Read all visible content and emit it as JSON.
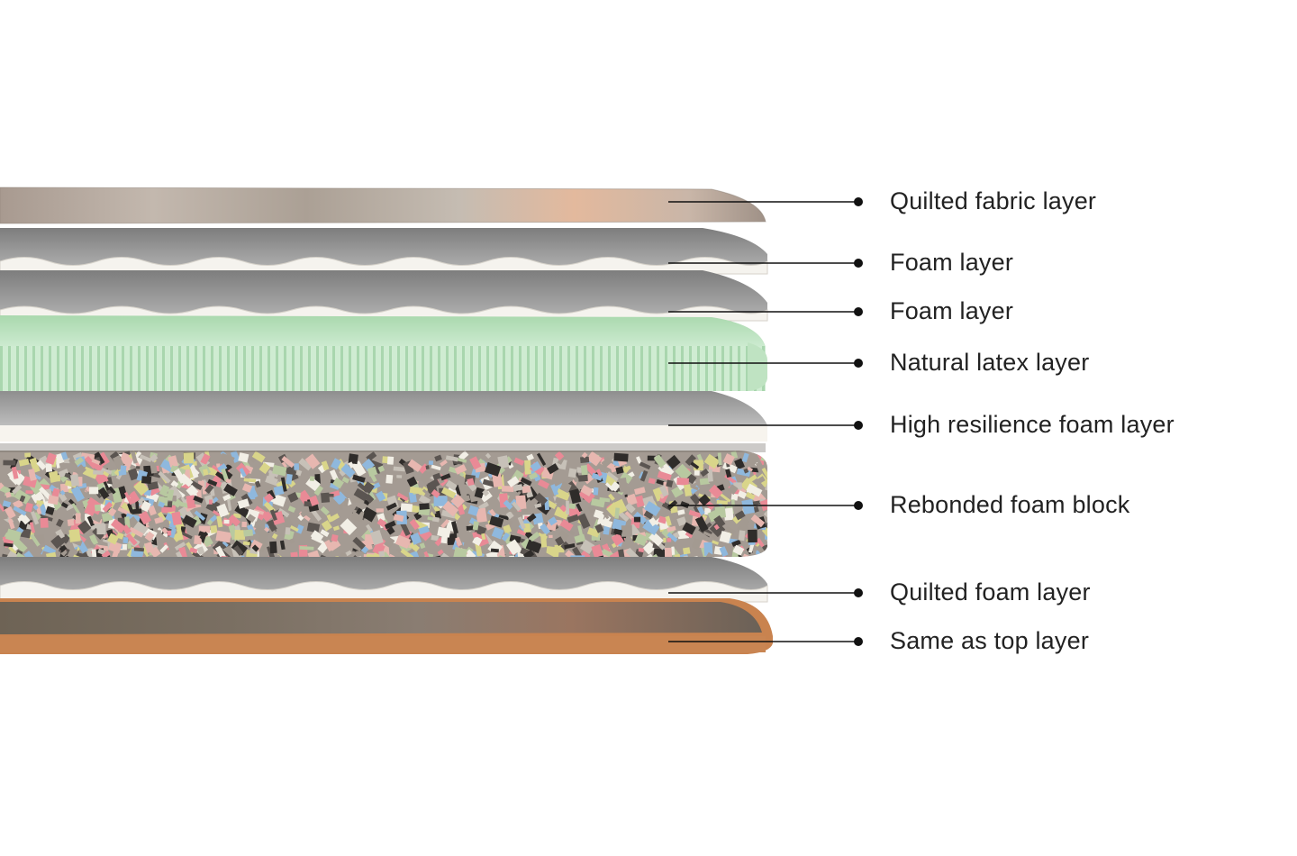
{
  "layers": [
    {
      "label": "Quilted fabric layer",
      "kind": "fabric-top"
    },
    {
      "label": "Foam layer",
      "kind": "wavy-foam"
    },
    {
      "label": "Foam layer",
      "kind": "wavy-foam"
    },
    {
      "label": "Natural latex layer",
      "kind": "latex"
    },
    {
      "label": "High resilience foam layer",
      "kind": "hr-foam"
    },
    {
      "label": "Rebonded foam block",
      "kind": "rebonded"
    },
    {
      "label": "Quilted foam layer",
      "kind": "quilted-foam"
    },
    {
      "label": "Same as top layer",
      "kind": "fabric-bottom"
    }
  ],
  "colors": {
    "leader_line": "#111111",
    "label_text": "#222222",
    "latex": "#bfe3c2",
    "foam_top": "#8f8f8f",
    "foam_edge": "#f5f3ee",
    "fabric": "#b7a89c",
    "bottom_border": "#c9834f",
    "rebonded_base": "#a49b93"
  }
}
